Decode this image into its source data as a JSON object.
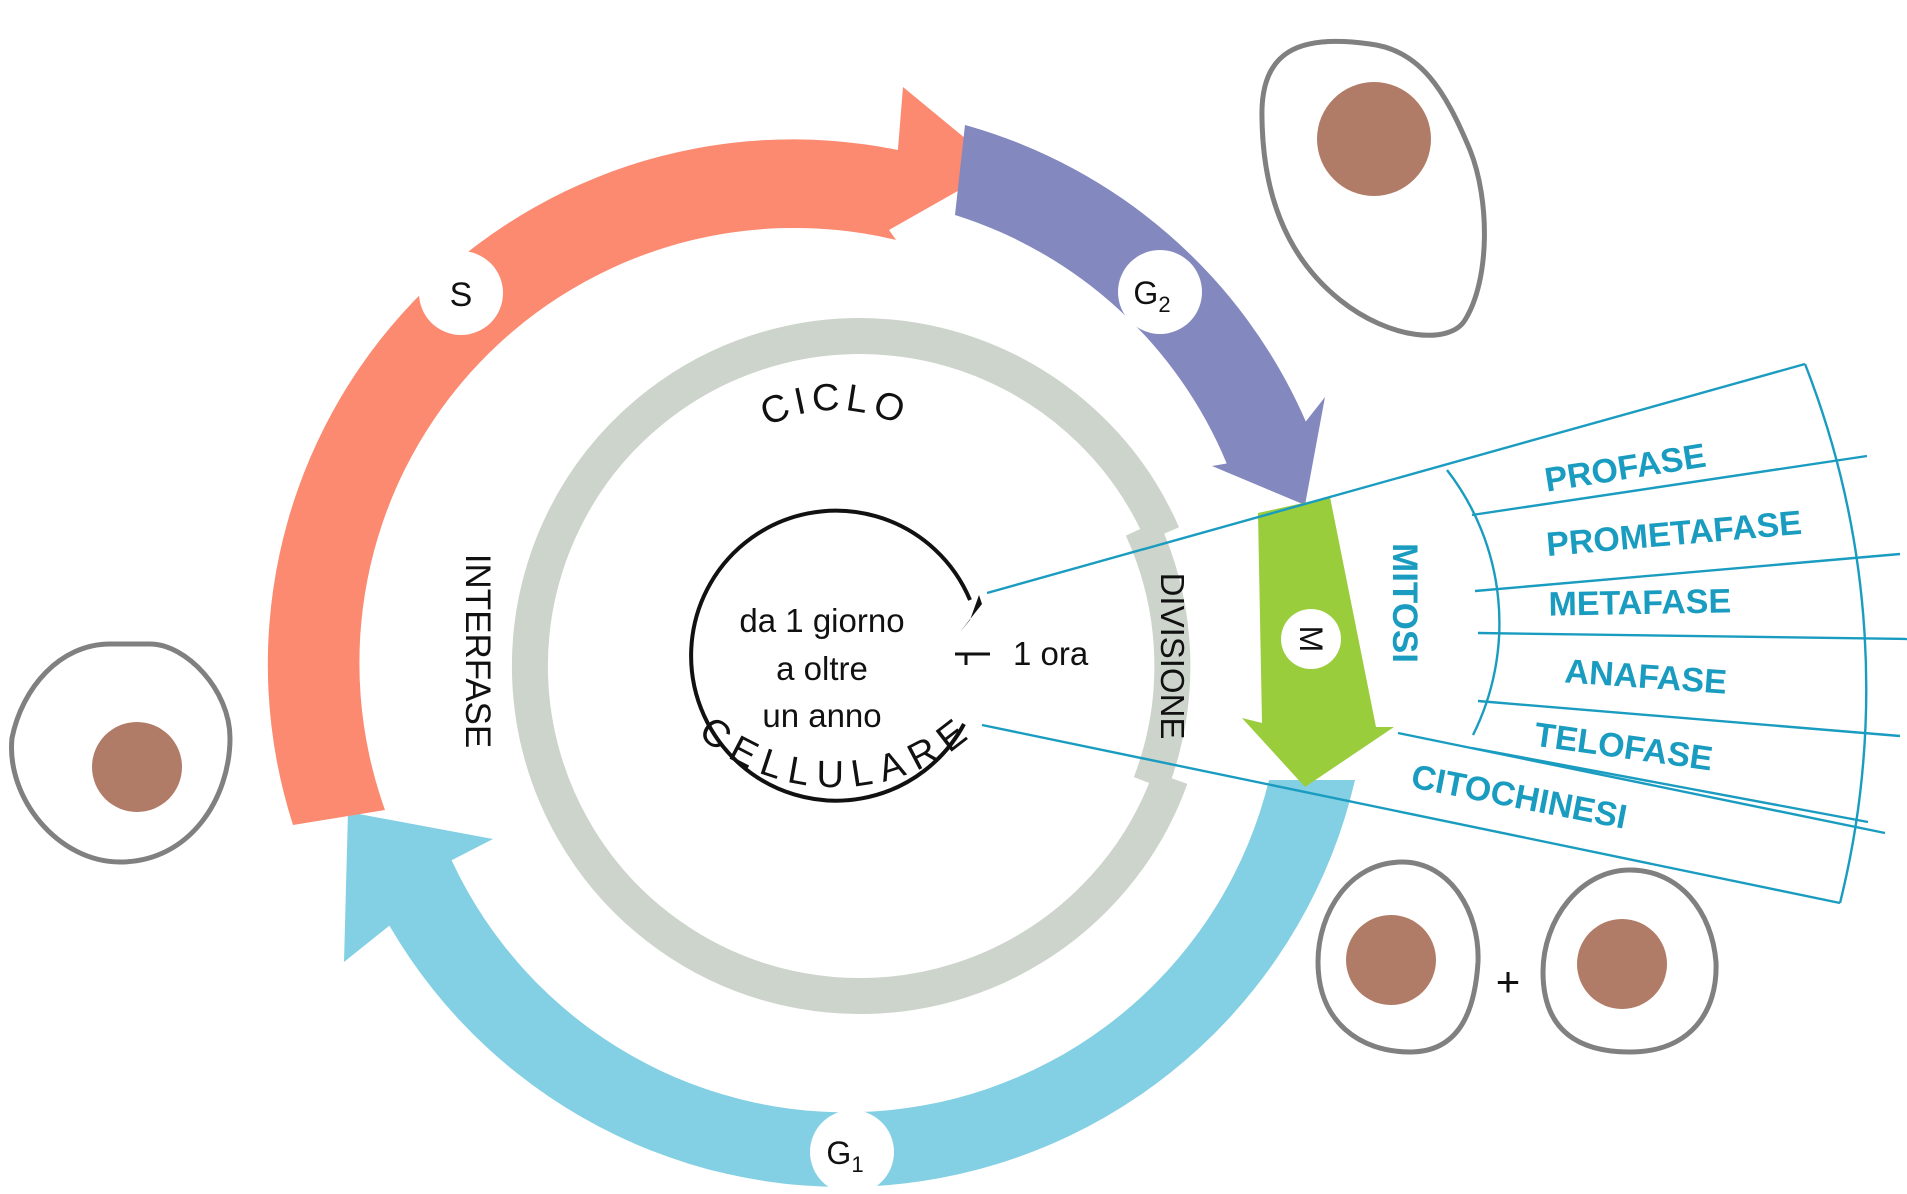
{
  "phases": {
    "s": "S",
    "g2_main": "G",
    "g2_sub": "2",
    "g1_main": "G",
    "g1_sub": "1",
    "m": "M"
  },
  "cycle": {
    "top_arc": "CICLO",
    "bottom_arc": "CELLULARE",
    "interphase": "INTERFASE",
    "division": "DIVISIONE",
    "duration_lines": [
      "da 1 giorno",
      "a oltre",
      "un anno"
    ],
    "mitosis_time": "1 ora"
  },
  "mitosis": {
    "title": "MITOSI",
    "stages": [
      "PROFASE",
      "PROMETAFASE",
      "METAFASE",
      "ANAFASE",
      "TELOFASE"
    ],
    "cytokinesis": "CITOCHINESI"
  },
  "division_result": {
    "plus": "+"
  },
  "colors": {
    "s_phase": "#fb8a71",
    "g2_phase": "#8388bf",
    "g1_phase": "#83cfe3",
    "m_phase": "#9acd3c",
    "ring": "#cdd4cc",
    "panel_line": "#1a9cc0",
    "nucleus": "#b07c67",
    "cell_outline": "#808080"
  }
}
